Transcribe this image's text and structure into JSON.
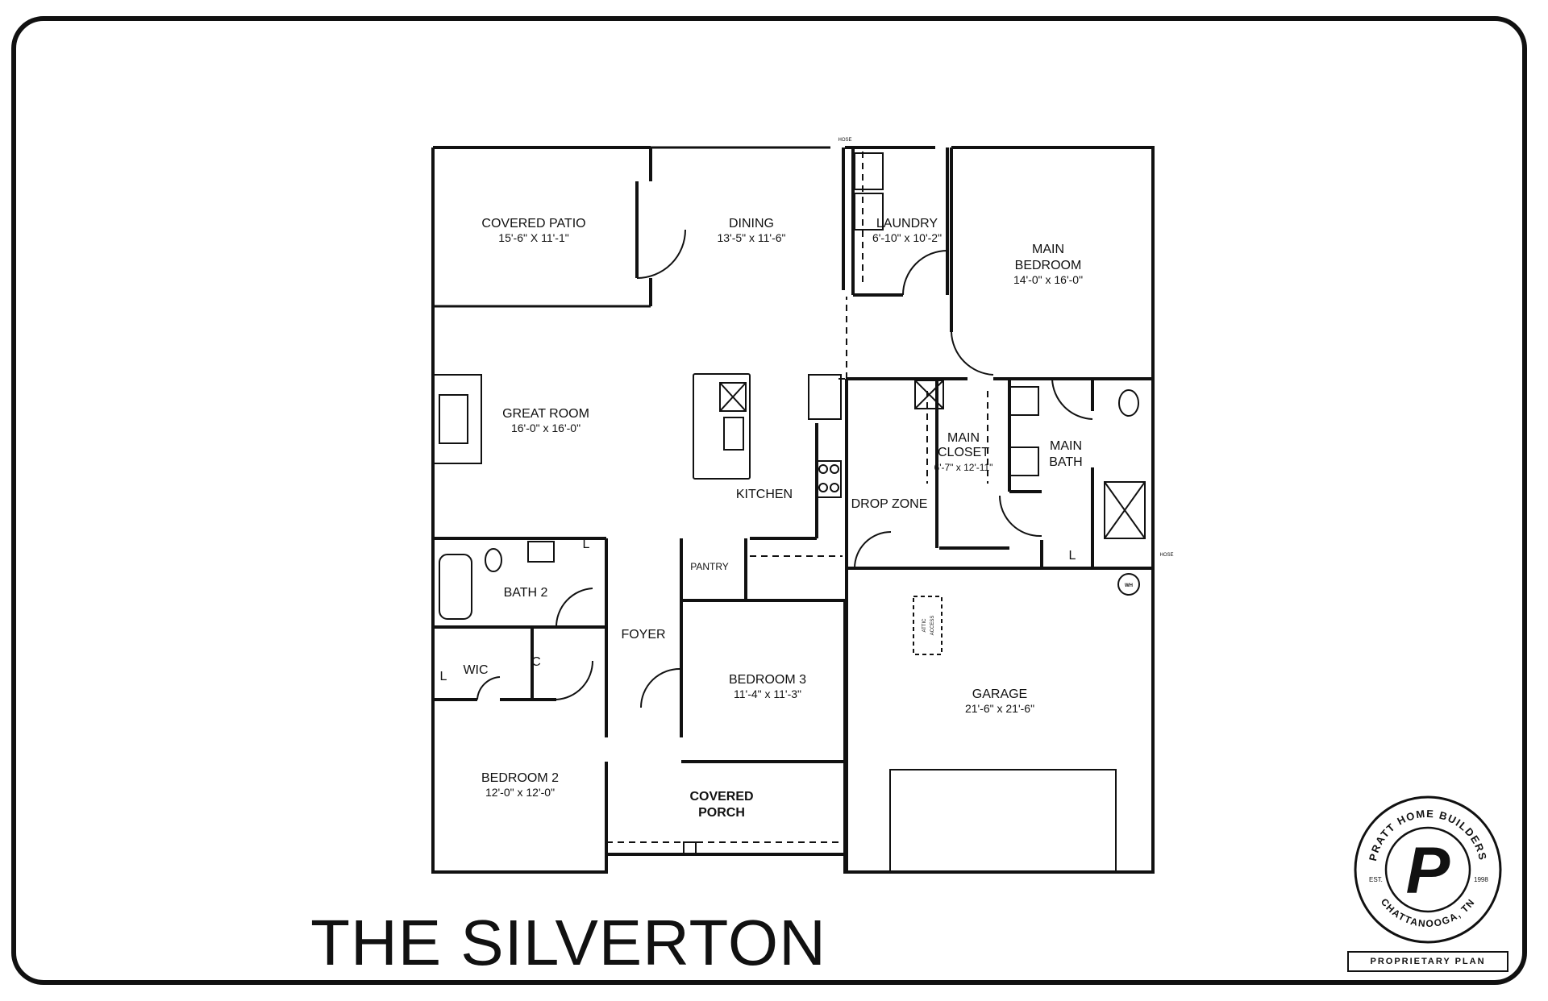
{
  "plan_name": "THE SILVERTON",
  "rooms": {
    "covered_patio": {
      "name": "COVERED PATIO",
      "dims": "15'-6\" X 11'-1\""
    },
    "dining": {
      "name": "DINING",
      "dims": "13'-5\" x 11'-6\""
    },
    "laundry": {
      "name": "LAUNDRY",
      "dims": "6'-10\" x 10'-2\""
    },
    "main_bedroom": {
      "name_line1": "MAIN",
      "name_line2": "BEDROOM",
      "dims": "14'-0\" x 16'-0\""
    },
    "great_room": {
      "name": "GREAT ROOM",
      "dims": "16'-0\" x 16'-0\""
    },
    "kitchen": {
      "name": "KITCHEN"
    },
    "main_closet": {
      "name_line1": "MAIN",
      "name_line2": "CLOSET",
      "dims": "6'-7\" x 12'-11\""
    },
    "main_bath": {
      "name_line1": "MAIN",
      "name_line2": "BATH"
    },
    "drop_zone": {
      "name": "DROP ZONE"
    },
    "pantry": {
      "name": "PANTRY"
    },
    "bath_2": {
      "name": "BATH 2"
    },
    "foyer": {
      "name": "FOYER"
    },
    "wic": {
      "name": "WIC"
    },
    "bedroom_3": {
      "name": "BEDROOM 3",
      "dims": "11'-4\" x 11'-3\""
    },
    "bedroom_2": {
      "name": "BEDROOM 2",
      "dims": "12'-0\" x 12'-0\""
    },
    "covered_porch": {
      "name_line1": "COVERED",
      "name_line2": "PORCH"
    },
    "garage": {
      "name": "GARAGE",
      "dims": "21'-6\" x 21'-6\""
    }
  },
  "labels": {
    "closet_c": "C",
    "linen_l": "L",
    "attic_line1": "ATTIC",
    "attic_line2": "ACCESS",
    "water_heater": "WH",
    "hose": "HOSE"
  },
  "logo": {
    "top_arc": "PRATT HOME BUILDERS",
    "bottom_arc": "CHATTANOOGA, TN",
    "letter": "P",
    "est_label": "EST.",
    "est_year": "1998"
  },
  "footer_badge": "PROPRIETARY PLAN",
  "icons": [
    "sink-icon",
    "toilet-icon",
    "bathtub-icon",
    "range-icon",
    "water-heater-icon",
    "hose-bib-icon"
  ]
}
